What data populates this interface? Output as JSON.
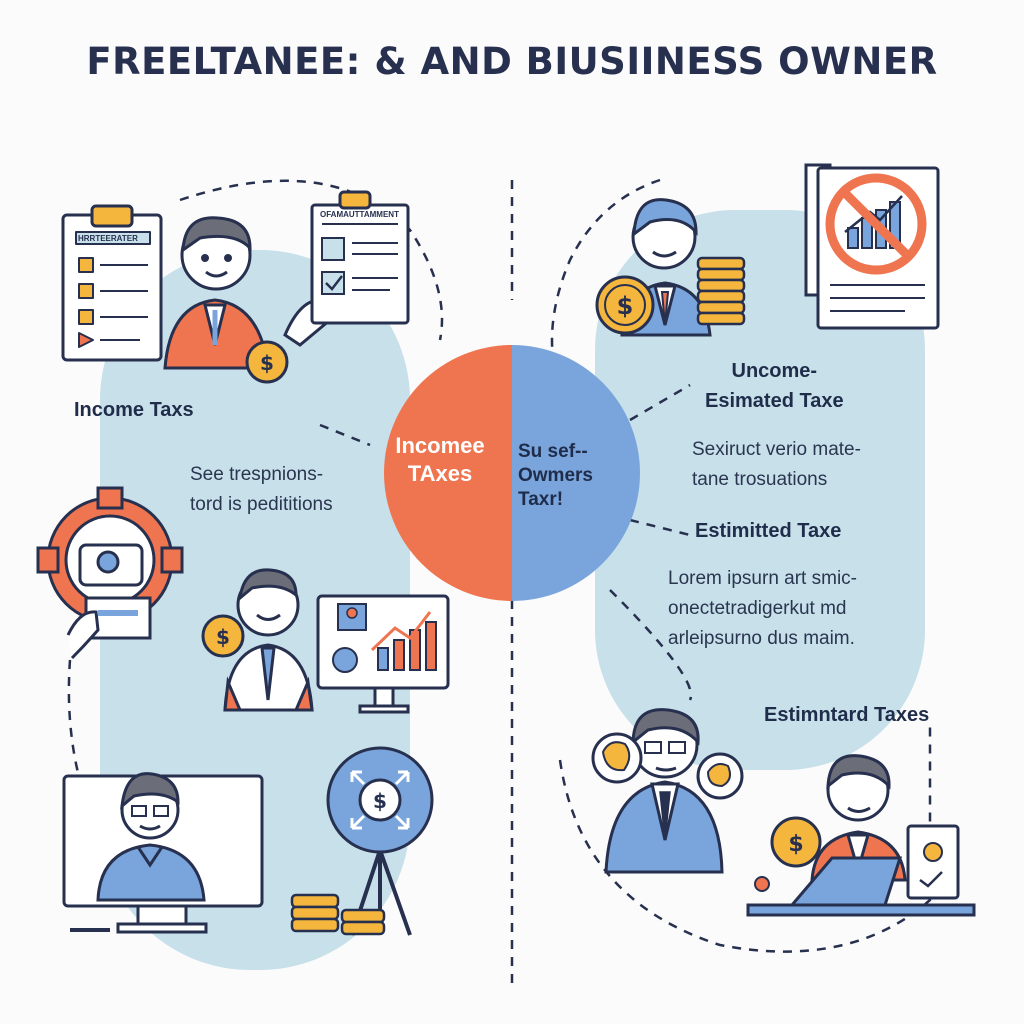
{
  "title": "FREELTANEE: & AND BIUSIINESS OWNER",
  "colors": {
    "accent_orange": "#ef7550",
    "accent_blue": "#7aa5dc",
    "panel_bg": "#c7e0ea",
    "ink": "#27304f",
    "coin": "#f4b63c"
  },
  "center": {
    "left_lines": [
      "Incomee",
      "TAxes"
    ],
    "right_lines": [
      "Su sef--",
      "Owmers",
      "Taxr!"
    ]
  },
  "left": {
    "income_heading": "Income  Taxs",
    "note_lines": [
      "See trespnions-",
      "tord is pedititions"
    ],
    "clipboard_title": "HRRTEERATER",
    "document_title": "OFAMAUTTAMMENT"
  },
  "right": {
    "heading_1_lines": [
      "Uncome-",
      "Esimated Taxe"
    ],
    "note_lines": [
      "Sexiruct verio mate-",
      "tane trosuations"
    ],
    "heading_2": "Estimitted Taxe",
    "body_lines": [
      "Lorem ipsurn art smic-",
      "onectetradigerkut md",
      "arleipsurno dus maim."
    ],
    "heading_3": "Estimntard Taxes"
  },
  "icons": [
    "clipboard-checklist-icon",
    "freelancer-person-icon",
    "coin-icon",
    "document-id-icon",
    "gear-phone-icon",
    "presenter-chart-icon",
    "video-call-monitor-icon",
    "coin-stack-icon",
    "dollar-target-icon",
    "business-owner-icon",
    "no-growth-chart-icon",
    "thinking-person-icon",
    "laptop-worker-icon"
  ]
}
